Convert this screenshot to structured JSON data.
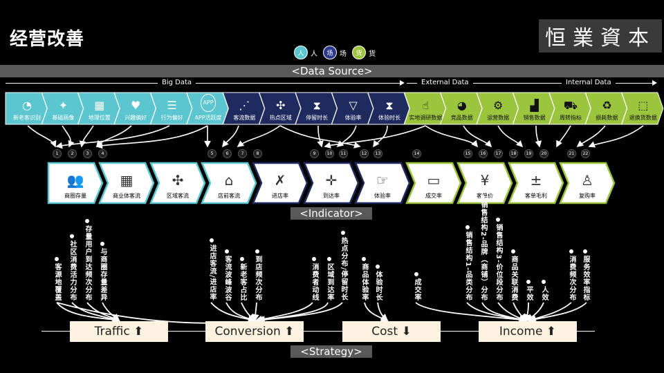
{
  "page_title": "经营改善",
  "logo_text": "恒業資本",
  "legend": [
    {
      "glyph": "人",
      "label": "人",
      "color": "#5bc6d0"
    },
    {
      "glyph": "场",
      "label": "场",
      "color": "#2b3a8f"
    },
    {
      "glyph": "货",
      "label": "货",
      "color": "#9bc53d"
    }
  ],
  "data_source_label": "<Data Source>",
  "indicator_label": "<Indicator>",
  "strategy_label": "<Strategy>",
  "bands": {
    "big_data": "Big Data",
    "external_data": "External Data",
    "internal_data": "Internal Data"
  },
  "sources": [
    {
      "label": "新老客识别",
      "icon": "pie-chart-icon",
      "glyph": "◔",
      "group": "person"
    },
    {
      "label": "基础画像",
      "icon": "lightbulb-icon",
      "glyph": "✦",
      "group": "person"
    },
    {
      "label": "地理位置",
      "icon": "map-icon",
      "glyph": "▦",
      "group": "person"
    },
    {
      "label": "兴趣偏好",
      "icon": "heart-icon",
      "glyph": "♥",
      "group": "person"
    },
    {
      "label": "行为偏好",
      "icon": "ladder-icon",
      "glyph": "☰",
      "group": "person"
    },
    {
      "label": "APP活跃度",
      "icon": "app-icon",
      "glyph": "APP",
      "group": "person"
    },
    {
      "label": "客流数据",
      "icon": "line-chart-icon",
      "glyph": "⋰",
      "group": "place"
    },
    {
      "label": "热点区域",
      "icon": "network-icon",
      "glyph": "✣",
      "group": "place"
    },
    {
      "label": "停留时长",
      "icon": "hourglass-icon",
      "glyph": "⧗",
      "group": "place"
    },
    {
      "label": "体验率",
      "icon": "funnel-icon",
      "glyph": "▽",
      "group": "place"
    },
    {
      "label": "体验时长",
      "icon": "hourglass-icon",
      "glyph": "⧗",
      "group": "place"
    },
    {
      "label": "实地调研数据",
      "icon": "handshake-icon",
      "glyph": "☝",
      "group": "goods"
    },
    {
      "label": "竞品数据",
      "icon": "chart-icon",
      "glyph": "◕",
      "group": "goods"
    },
    {
      "label": "运营数据",
      "icon": "gear-icon",
      "glyph": "⚙",
      "group": "goods"
    },
    {
      "label": "销售数据",
      "icon": "bar-chart-icon",
      "glyph": "▟",
      "group": "goods"
    },
    {
      "label": "周转指标",
      "icon": "cart-icon",
      "glyph": "⛟",
      "group": "goods"
    },
    {
      "label": "损耗数据",
      "icon": "trash-icon",
      "glyph": "♻",
      "group": "goods"
    },
    {
      "label": "退换货数据",
      "icon": "box-icon",
      "glyph": "⬚",
      "group": "goods"
    }
  ],
  "indicators": [
    {
      "label": "商圈存量",
      "icon": "people-icon",
      "glyph": "👥"
    },
    {
      "label": "商业体客流",
      "icon": "building-icon",
      "glyph": "▦"
    },
    {
      "label": "区域客流",
      "icon": "network-icon",
      "glyph": "✣"
    },
    {
      "label": "店前客流",
      "icon": "storefront-icon",
      "glyph": "⌂"
    },
    {
      "label": "进店率",
      "icon": "strategy-icon",
      "glyph": "✗"
    },
    {
      "label": "到达率",
      "icon": "target-arrows-icon",
      "glyph": "✛"
    },
    {
      "label": "体验率",
      "icon": "hand-point-icon",
      "glyph": "☞"
    },
    {
      "label": "成交率",
      "icon": "card-payment-icon",
      "glyph": "▭"
    },
    {
      "label": "客单价",
      "icon": "money-bag-icon",
      "glyph": "¥"
    },
    {
      "label": "客单毛利",
      "icon": "calculator-icon",
      "glyph": "±"
    },
    {
      "label": "复购率",
      "icon": "person-icon",
      "glyph": "♙"
    }
  ],
  "metrics": [
    {
      "text": "客源地覆盖"
    },
    {
      "text": "社区消费活力分布"
    },
    {
      "text": "存量用户到达频次分布"
    },
    {
      "text": "与商圈存量差异"
    },
    {
      "text": "进店客流/进店率"
    },
    {
      "text": "客流波峰波谷"
    },
    {
      "text": "新老客占比"
    },
    {
      "text": "到店频次分布"
    },
    {
      "text": "消费者动线"
    },
    {
      "text": "区域到达率"
    },
    {
      "text": "热点分布/停留时长"
    },
    {
      "text": "商品体验率"
    },
    {
      "text": "体验时长"
    },
    {
      "text": "成交率"
    },
    {
      "text": "销售结构1-品类分布"
    },
    {
      "text": "销售结构2-品牌（商铺）分布"
    },
    {
      "text": "销售结构3-价位段分布"
    },
    {
      "text": "商品关联消费"
    },
    {
      "text": "平效"
    },
    {
      "text": "人效"
    },
    {
      "text": "消费频次分布"
    },
    {
      "text": "服务效率指标"
    }
  ],
  "strategies": [
    {
      "label": "Traffic ⬆"
    },
    {
      "label": "Conversion ⬆"
    },
    {
      "label": "Cost ⬇"
    },
    {
      "label": "Income ⬆"
    }
  ],
  "colors": {
    "person": "#5bc6d0",
    "place": "#1f2a5e",
    "goods": "#9bc53d",
    "bar": "#595959",
    "strategy_bg": "#fdf3e0"
  }
}
